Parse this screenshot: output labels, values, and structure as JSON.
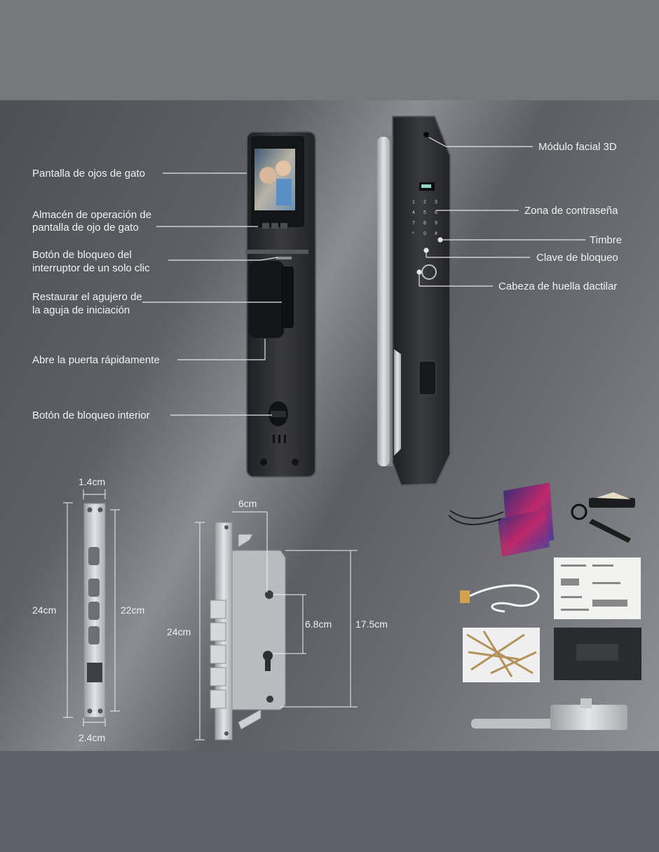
{
  "labels_left": {
    "peephole_screen": "Pantalla de ojos de gato",
    "peephole_storage_line1": "Almacén de operación de",
    "peephole_storage_line2": "pantalla de ojo de gato",
    "one_click_line1": "Botón de bloqueo del",
    "one_click_line2": "interruptor de un solo clic",
    "reset_line1": "Restaurar el agujero de",
    "reset_line2": "la aguja de iniciación",
    "quick_open": "Abre la puerta rápidamente",
    "inner_lock": "Botón de bloqueo interior"
  },
  "labels_right": {
    "face_module": "Módulo facial 3D",
    "password_zone": "Zona de contraseña",
    "doorbell": "Timbre",
    "lock_key": "Clave de bloqueo",
    "fingerprint": "Cabeza de huella dactilar"
  },
  "dimensions": {
    "strike_top": "1.4cm",
    "strike_height_outer": "24cm",
    "strike_height_inner": "22cm",
    "strike_bottom": "2.4cm",
    "mortise_backset": "6cm",
    "mortise_height": "24cm",
    "mortise_spacing": "6.8cm",
    "mortise_body": "17.5cm"
  },
  "keypad_keys": [
    "1",
    "2",
    "3",
    "4",
    "5",
    "6",
    "7",
    "8",
    "9",
    "*",
    "0",
    "#"
  ],
  "colors": {
    "lock_body": "#2c2d30",
    "lock_edge": "#4a4b4f",
    "steel": "#c9cacc",
    "label_text": "#f2f2f2",
    "leader_line": "#e6e6e6"
  }
}
